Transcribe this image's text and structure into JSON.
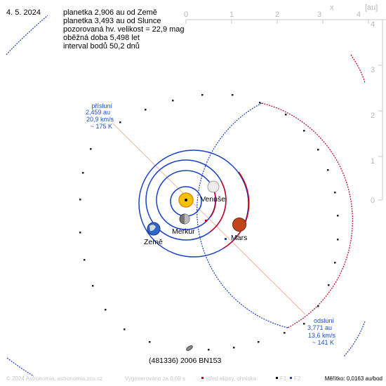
{
  "header": {
    "date": "4. 5. 2024",
    "lines": [
      "planetka 2,906 au od Země",
      "planetka 3,493 au od Slunce",
      "pozorovaná hv. velikost = 22,9 mag",
      "oběžná doba 5,498 let",
      "interval bodů 50,2 dnů"
    ]
  },
  "axes": {
    "x_ticks": [
      "0",
      "1",
      "2",
      "3",
      "4"
    ],
    "y_ticks": [
      "4",
      "3",
      "2",
      "1",
      "0"
    ],
    "x_label": "x",
    "unit": "[au]"
  },
  "bodies": {
    "venus": "Venuše",
    "mercury": "Merkur",
    "earth": "Země",
    "mars": "Mars",
    "asteroid": "(481336) 2006 BN153"
  },
  "perihelion": {
    "title": "přísluní",
    "dist": "2,459 au",
    "speed": "20,9 km/s",
    "temp": "~ 175 K"
  },
  "aphelion": {
    "title": "odsluní",
    "dist": "3,771 au",
    "speed": "13,6 km/s",
    "temp": "~ 141 K"
  },
  "footer": {
    "copyright": "© 2024 Astronomia, astronomia.zcu.cz",
    "generated": "Vygenerováno za 0,09 s",
    "legend_center": "střed elipsy, ohniska",
    "legend_f1": "F1",
    "legend_f2": "F2",
    "scale": "Měřítko: 0,0163 au/bod"
  },
  "colors": {
    "orbit_red": "#c8001e",
    "orbit_blue": "#1a40c8",
    "apsis_line": "#f0b4a0",
    "sun": "#f5c400",
    "mars": "#c0441c"
  }
}
